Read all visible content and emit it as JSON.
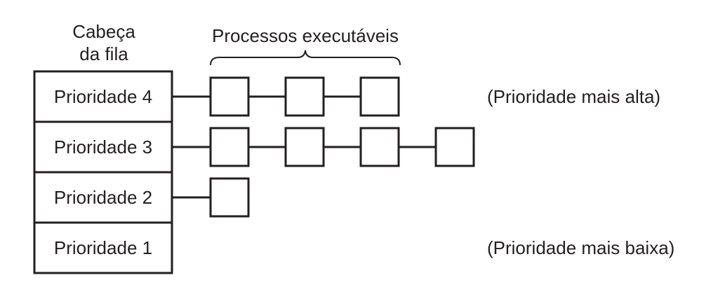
{
  "header": {
    "queue_head_line1": "Cabeça",
    "queue_head_line2": "da fila",
    "runnable_processes": "Processos executáveis"
  },
  "queues": [
    {
      "label": "Prioridade 4",
      "process_count": 3,
      "note": "(Prioridade mais alta)"
    },
    {
      "label": "Prioridade 3",
      "process_count": 4,
      "note": ""
    },
    {
      "label": "Prioridade 2",
      "process_count": 1,
      "note": ""
    },
    {
      "label": "Prioridade 1",
      "process_count": 0,
      "note": "(Prioridade mais baixa)"
    }
  ],
  "colors": {
    "ink": "#231f20",
    "background": "#ffffff"
  }
}
